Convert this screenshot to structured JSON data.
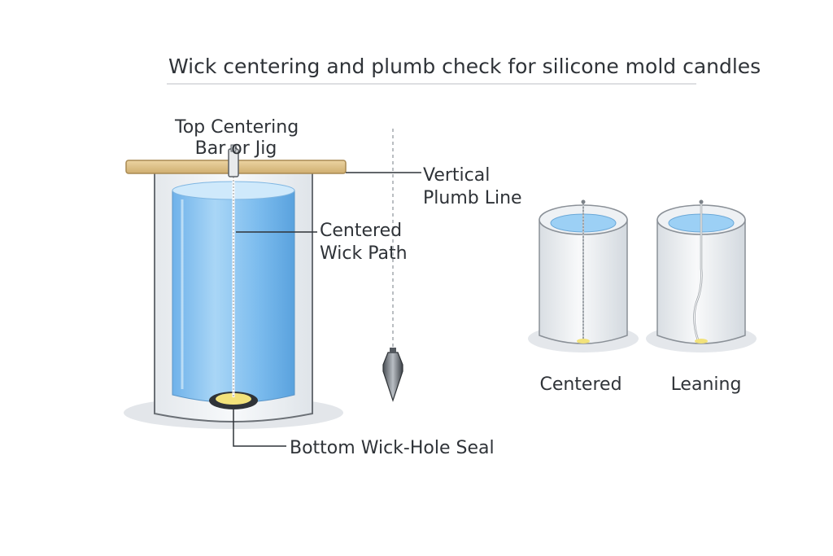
{
  "title": "Wick centering and plumb check for silicone mold candles",
  "labels": {
    "top_bar_line1": "Top Centering",
    "top_bar_line2": "Bar or Jig",
    "plumb_line1": "Vertical",
    "plumb_line2": "Plumb Line",
    "wick_path_line1": "Centered",
    "wick_path_line2": "Wick Path",
    "bottom_seal": "Bottom Wick-Hole Seal"
  },
  "comparison": {
    "left_caption": "Centered",
    "right_caption": "Leaning"
  },
  "colors": {
    "wax_blue": "#8cc4f0",
    "wood_bar": "#dcc08a",
    "seal_yellow": "#f2e27a",
    "line_dark": "#2f3338"
  }
}
